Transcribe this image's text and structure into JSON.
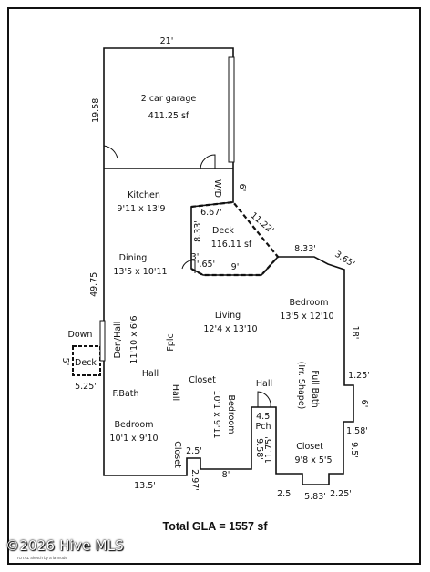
{
  "rooms": {
    "garage_name": "2 car garage",
    "garage_area": "411.25 sf",
    "kitchen_name": "Kitchen",
    "kitchen_size": "9'11 x 13'9",
    "deck_name": "Deck",
    "deck_area": "116.11 sf",
    "dining_name": "Dining",
    "dining_size": "13'5 x 10'11",
    "living_name": "Living",
    "living_size": "12'4 x 13'10",
    "bedroom1_name": "Bedroom",
    "bedroom1_size": "13'5 x 12'10",
    "denhall_name": "Den/Hall",
    "denhall_size": "11'10 x 6'6",
    "fplc": "Fplc",
    "hall1": "Hall",
    "hall2": "Hall",
    "hall3": "Hall",
    "closet1": "Closet",
    "fbath": "F.Bath",
    "bedroom2_name": "Bedroom",
    "bedroom2_size": "10'1 x 9'10",
    "bedroom3_name": "Bedroom",
    "bedroom3_size": "10'1 x 9'11",
    "fullbath_name": "Full Bath",
    "fullbath_note": "(Irr. Shape)",
    "closet2": "Closet",
    "closet3_name": "Closet",
    "closet3_size": "9'8 x 5'5",
    "pch_dim": "4.5'",
    "pch": "Pch",
    "down": "Down",
    "small_deck": "Deck",
    "wd": "W/D"
  },
  "dims": {
    "d21": "21'",
    "d19_58": "19.58'",
    "d49_75": "49.75'",
    "d6a": "6'",
    "d6_67": "6.67'",
    "d11_22": "11.22'",
    "d8_33a": "8.33'",
    "d3a": "3'",
    "d_65": "'.65'",
    "d9": "9'",
    "d8_33b": "8.33'",
    "d3_65": "3.65'",
    "d18": "18'",
    "d1_25": "1.25'",
    "d6b": "6'",
    "d1_58": "1.58'",
    "d9_5": "9.5'",
    "d2_25": "2.25'",
    "d5_83": "5.83'",
    "d2_5a": "2.5'",
    "d11_75": "11.75'",
    "d9_58": "9.58'",
    "d8": "8'",
    "d2_5b": "2.5'",
    "d2_97": "2.97'",
    "d13_5": "13.5'",
    "d5": "5'",
    "d5_25": "5.25'"
  },
  "footer": {
    "total": "Total GLA = 1557 sf",
    "watermark": "©2026 Hive MLS",
    "credit": "TOTAL Sketch by a la mode"
  }
}
